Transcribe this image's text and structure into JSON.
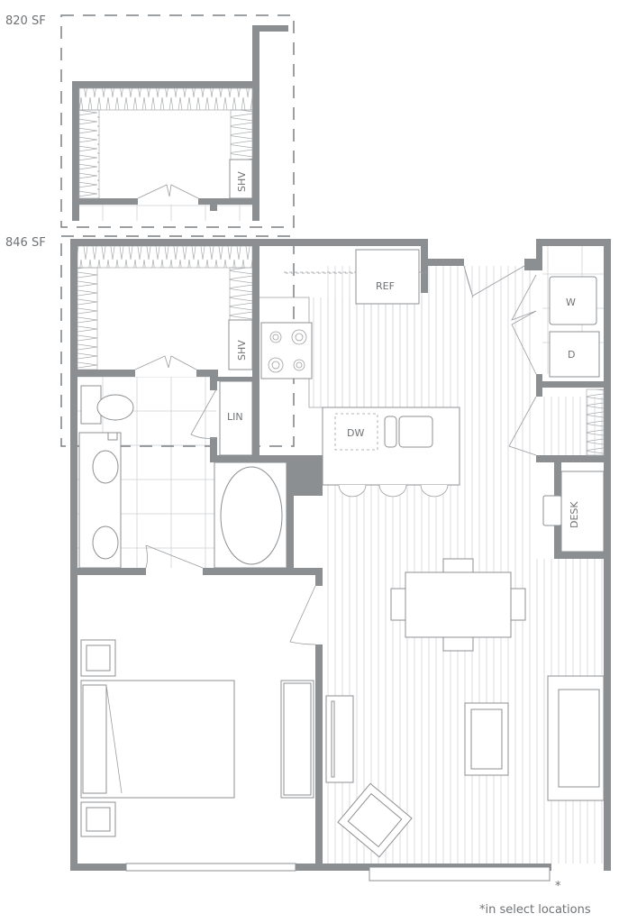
{
  "plan": {
    "options": [
      {
        "area_label": "820 SF"
      },
      {
        "area_label": "846 SF"
      }
    ],
    "rooms": {
      "shelf_820": "SHV",
      "shelf_846": "SHV",
      "linen": "LIN",
      "refrigerator": "REF",
      "dishwasher": "DW",
      "washer": "W",
      "dryer": "D",
      "desk": "DESK"
    },
    "footnote_marker": "*",
    "footnote": "*in select locations"
  },
  "colors": {
    "wall": "#8c8f92",
    "line": "#9a9da0"
  }
}
